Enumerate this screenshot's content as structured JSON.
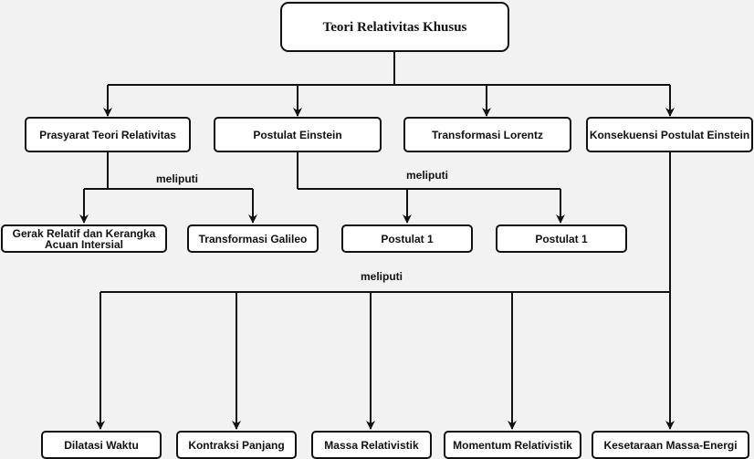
{
  "root": {
    "title": "Teori Relativitas Khusus"
  },
  "level1": {
    "prasyarat": "Prasyarat Teori Relativitas",
    "postulat_einstein": "Postulat Einstein",
    "transformasi_lorentz": "Transformasi Lorentz",
    "konsekuensi": "Konsekuensi Postulat Einstein"
  },
  "prasyarat_children": {
    "connector": "meliputi",
    "gerak_relatif": "Gerak Relatif dan Kerangka Acuan Intersial",
    "transformasi_galileo": "Transformasi Galileo"
  },
  "postulat_children": {
    "connector": "meliputi",
    "postulat_a": "Postulat 1",
    "postulat_b": "Postulat 1"
  },
  "konsekuensi_children": {
    "connector": "meliputi",
    "dilatasi_waktu": "Dilatasi Waktu",
    "kontraksi_panjang": "Kontraksi Panjang",
    "massa_relativistik": "Massa Relativistik",
    "momentum_relativistik": "Momentum Relativistik",
    "kesetaraan_massa_energi": "Kesetaraan Massa-Energi"
  },
  "colors": {
    "background": "#f2f2f2",
    "node_fill": "#ffffff",
    "stroke": "#111111"
  }
}
